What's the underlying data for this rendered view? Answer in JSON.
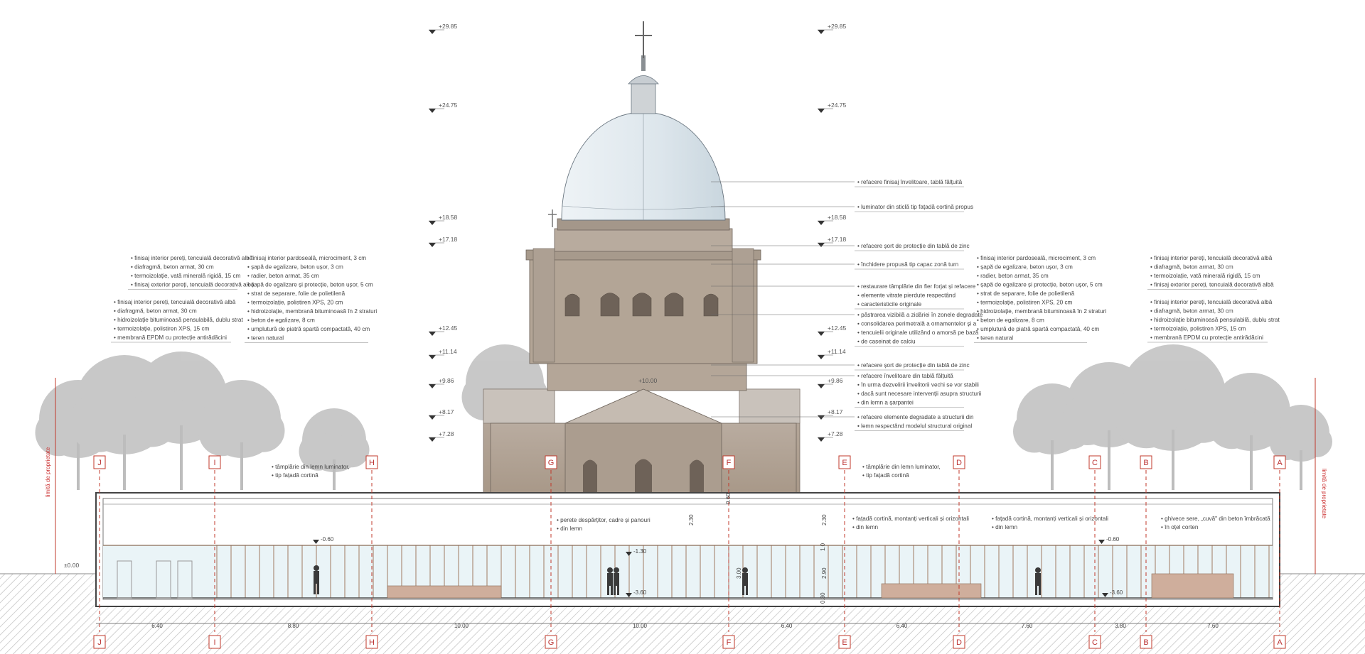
{
  "levels_left": [
    "+29.85",
    "+24.75",
    "+18.58",
    "+17.18",
    "+12.45",
    "+11.14",
    "+9.86",
    "+8.17",
    "+7.28"
  ],
  "levels_right": [
    "+29.85",
    "+24.75",
    "+18.58",
    "+17.18",
    "+12.45",
    "+11.14",
    "+9.86",
    "+8.17",
    "+7.28"
  ],
  "level_top_dome": "+10.00",
  "ground_marker": "±0.00",
  "property_limit": "limită de proprietate",
  "axes": [
    "J",
    "I",
    "H",
    "G",
    "F",
    "E",
    "D",
    "C",
    "B",
    "A"
  ],
  "dimensions": [
    "6.40",
    "8.80",
    "10.00",
    "10.00",
    "6.40",
    "6.40",
    "7.60",
    "3.80",
    "7.60"
  ],
  "section_levels": [
    "-0.60",
    "-1.30",
    "-3.60",
    "-0.60",
    "-3.60"
  ],
  "heights": [
    "2.30",
    "3.00",
    "2.30",
    "2.90",
    "0.60",
    "1.0",
    "0.30"
  ],
  "notes_left_1": [
    "finisaj interior pereți, tencuială decorativă albă",
    "diafragmă, beton armat, 30 cm",
    "termoizolație, vată minerală rigidă, 15 cm",
    "finisaj exterior pereți, tencuială decorativă albă"
  ],
  "notes_left_2": [
    "finisaj interior pereți, tencuială decorativă albă",
    "diafragmă, beton armat, 30 cm",
    "hidroizolație bituminoasă pensulabilă, dublu strat",
    "termoizolație, polistiren XPS, 15 cm",
    "membrană EPDM cu protecție antirădăcini"
  ],
  "notes_floor_left": [
    "finisaj interior pardoseală, microciment, 3 cm",
    "șapă de egalizare, beton ușor, 3 cm",
    "radier, beton armat, 35 cm",
    "șapă de egalizare și protecție, beton ușor, 5 cm",
    "strat de separare, folie de polietilenă",
    "termoizolație, polistiren XPS, 20 cm",
    "hidroizolație, membrană bituminoasă în 2 straturi",
    "beton de egalizare, 8 cm",
    "umplutură de piatră spartă compactată, 40 cm",
    "teren natural"
  ],
  "notes_floor_right": [
    "finisaj interior pardoseală, microciment, 3 cm",
    "șapă de egalizare, beton ușor, 3 cm",
    "radier, beton armat, 35 cm",
    "șapă de egalizare și protecție, beton ușor, 5 cm",
    "strat de separare, folie de polietilenă",
    "termoizolație, polistiren XPS, 20 cm",
    "hidroizolație, membrană bituminoasă în 2 straturi",
    "beton de egalizare, 8 cm",
    "umplutură de piatră spartă compactată, 40 cm",
    "teren natural"
  ],
  "notes_right_1": [
    "finisaj interior pereți, tencuială decorativă albă",
    "diafragmă, beton armat, 30 cm",
    "termoizolație, vată minerală rigidă, 15 cm",
    "finisaj exterior pereți, tencuială decorativă albă"
  ],
  "notes_right_2": [
    "finisaj interior pereți, tencuială decorativă albă",
    "diafragmă, beton armat, 30 cm",
    "hidroizolație bituminoasă pensulabilă, dublu strat",
    "termoizolație, polistiren XPS, 15 cm",
    "membrană EPDM cu protecție antirădăcini"
  ],
  "notes_church": [
    [
      "refacere finisaj învelitoare, tablă fălțuită"
    ],
    [
      "luminator din sticlă tip fațadă cortină propus"
    ],
    [
      "refacere șort de protecție din tablă de zinc"
    ],
    [
      "închidere propusă tip capac zonă turn"
    ],
    [
      "restaurare tâmplărie din fier forjat și refacere",
      "elemente vitrate pierdute respectând",
      "caracteristicile originale"
    ],
    [
      "păstrarea vizibilă a zidăriei în zonele degradate",
      "consolidarea perimetrală a ornamentelor și a",
      "tencuielii originale utilizând o amorsă pe bază",
      "de caseinat de calciu"
    ],
    [
      "refacere șort de protecție din tablă de zinc"
    ],
    [
      "refacere învelitoare din tablă fălțuită",
      "în urma dezvelirii învelitorii vechi se vor stabili",
      "dacă sunt necesare intervenții asupra structurii",
      "din lemn a șarpantei"
    ],
    [
      "refacere elemente degradate a structurii din",
      "lemn respectând modelul structural original"
    ]
  ],
  "notes_interior": [
    [
      "tâmplărie din lemn luminator,",
      "tip fațadă cortină"
    ],
    [
      "tâmplărie din lemn luminator,",
      "tip fațadă cortină"
    ],
    [
      "perete despărțitor, cadre și panouri",
      "din lemn"
    ],
    [
      "fațadă cortină, montanți verticali și orizontali",
      "din lemn"
    ],
    [
      "fațadă cortină, montanți verticali și orizontali",
      "din lemn"
    ],
    [
      "ghivece sere, „cuvă\" din beton îmbrăcată",
      "în oțel corten"
    ]
  ],
  "colors": {
    "axis_red": "#c0392b",
    "glass": "#d9eef3",
    "stone": "#b8a898",
    "dome": "#dde6ec",
    "ground_hatch": "#cfcfcf"
  }
}
